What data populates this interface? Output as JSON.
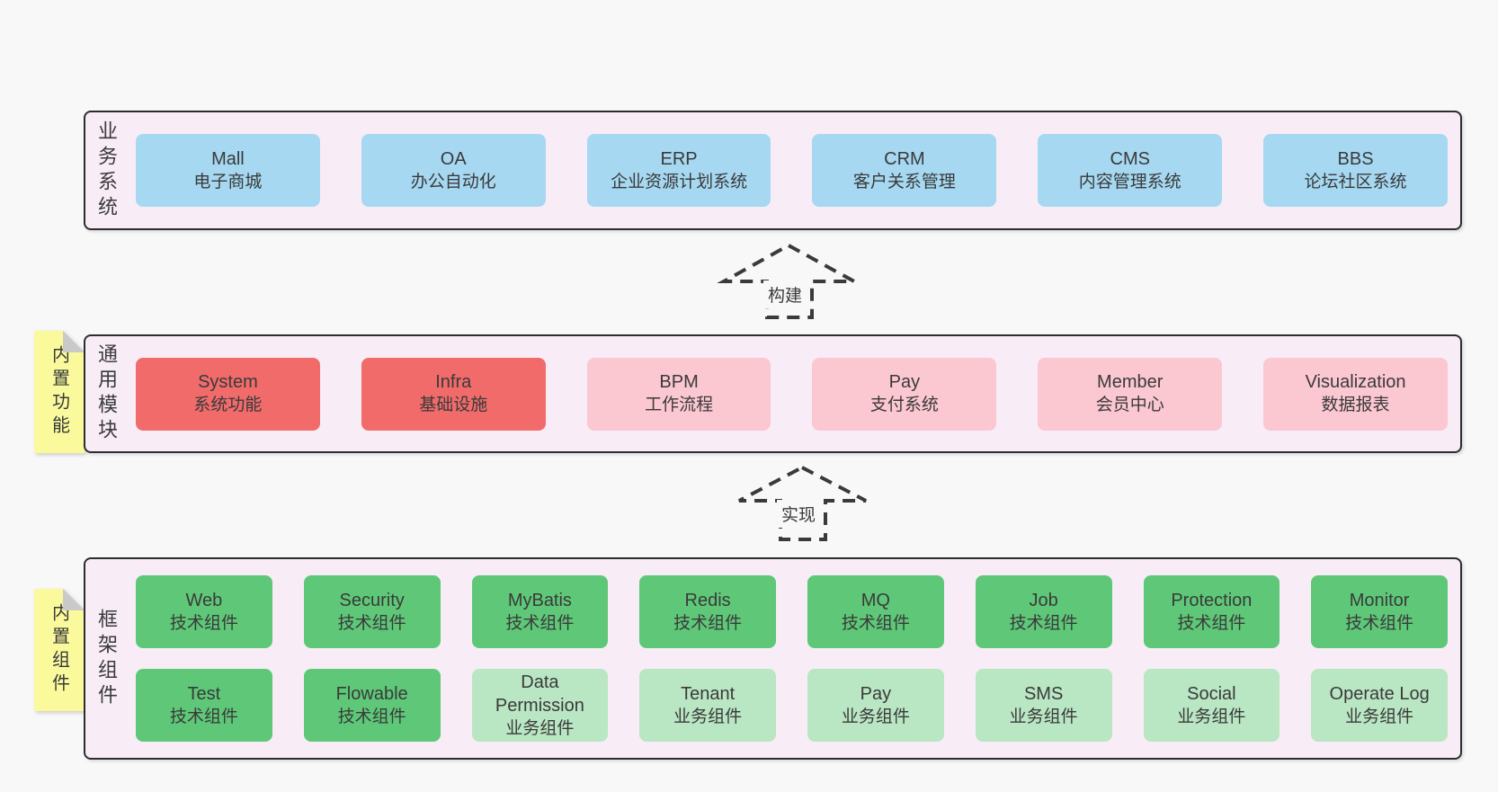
{
  "colors": {
    "page_bg": "#f8f8f8",
    "band_bg": "#f8edf6",
    "band_border": "#2d2d2d",
    "blue": "#a6d8f2",
    "red": "#f16b6b",
    "pink": "#fbc7d1",
    "green": "#5ec878",
    "light_green": "#b9e6c3",
    "sticky_yellow": "#fafa9d",
    "fold_gray": "#c9c9c9",
    "text": "#3a3a3a"
  },
  "bands": [
    {
      "label": "业务系统",
      "boxes": [
        {
          "name": "Mall",
          "desc": "电子商城",
          "color": "blue"
        },
        {
          "name": "OA",
          "desc": "办公自动化",
          "color": "blue"
        },
        {
          "name": "ERP",
          "desc": "企业资源计划系统",
          "color": "blue"
        },
        {
          "name": "CRM",
          "desc": "客户关系管理",
          "color": "blue"
        },
        {
          "name": "CMS",
          "desc": "内容管理系统",
          "color": "blue"
        },
        {
          "name": "BBS",
          "desc": "论坛社区系统",
          "color": "blue"
        }
      ]
    },
    {
      "label": "通用模块",
      "sticky": "内置功能",
      "boxes": [
        {
          "name": "System",
          "desc": "系统功能",
          "color": "red"
        },
        {
          "name": "Infra",
          "desc": "基础设施",
          "color": "red"
        },
        {
          "name": "BPM",
          "desc": "工作流程",
          "color": "pink"
        },
        {
          "name": "Pay",
          "desc": "支付系统",
          "color": "pink"
        },
        {
          "name": "Member",
          "desc": "会员中心",
          "color": "pink"
        },
        {
          "name": "Visualization",
          "desc": "数据报表",
          "color": "pink"
        }
      ]
    },
    {
      "label": "框架组件",
      "sticky": "内置组件",
      "rows": [
        [
          {
            "name": "Web",
            "desc": "技术组件",
            "color": "green"
          },
          {
            "name": "Security",
            "desc": "技术组件",
            "color": "green"
          },
          {
            "name": "MyBatis",
            "desc": "技术组件",
            "color": "green"
          },
          {
            "name": "Redis",
            "desc": "技术组件",
            "color": "green"
          },
          {
            "name": "MQ",
            "desc": "技术组件",
            "color": "green"
          },
          {
            "name": "Job",
            "desc": "技术组件",
            "color": "green"
          },
          {
            "name": "Protection",
            "desc": "技术组件",
            "color": "green"
          },
          {
            "name": "Monitor",
            "desc": "技术组件",
            "color": "green"
          }
        ],
        [
          {
            "name": "Test",
            "desc": "技术组件",
            "color": "green"
          },
          {
            "name": "Flowable",
            "desc": "技术组件",
            "color": "green"
          },
          {
            "name": "Data Permission",
            "desc": "业务组件",
            "color": "light_green"
          },
          {
            "name": "Tenant",
            "desc": "业务组件",
            "color": "light_green"
          },
          {
            "name": "Pay",
            "desc": "业务组件",
            "color": "light_green"
          },
          {
            "name": "SMS",
            "desc": "业务组件",
            "color": "light_green"
          },
          {
            "name": "Social",
            "desc": "业务组件",
            "color": "light_green"
          },
          {
            "name": "Operate Log",
            "desc": "业务组件",
            "color": "light_green"
          }
        ]
      ]
    }
  ],
  "arrows": [
    {
      "label": "构建"
    },
    {
      "label": "实现"
    }
  ]
}
